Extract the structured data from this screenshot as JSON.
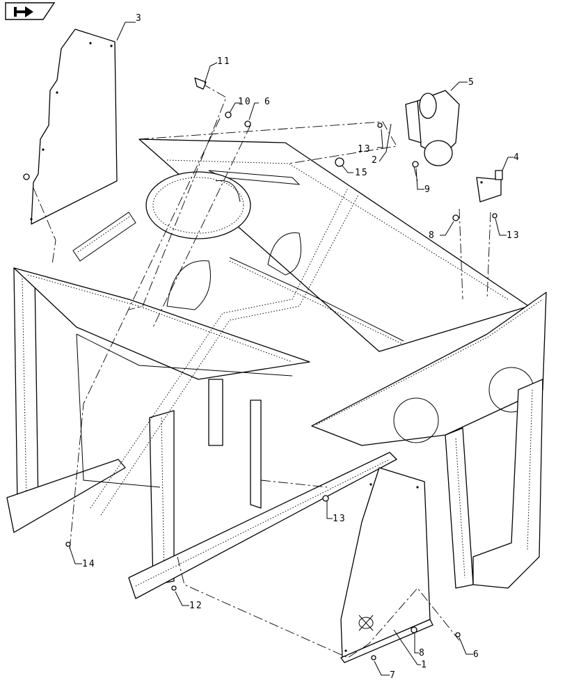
{
  "navigation": {
    "icon": "next-page-arrow-icon"
  },
  "callouts": {
    "c1": "1",
    "c2": "2",
    "c3": "3",
    "c4": "4",
    "c5": "5",
    "c6a": "6",
    "c6b": "6",
    "c7": "7",
    "c8a": "8",
    "c8b": "8",
    "c9": "9",
    "c10": "10",
    "c11": "11",
    "c12": "12",
    "c13a": "13",
    "c13b": "13",
    "c13c": "13",
    "c14": "14",
    "c15": "15"
  }
}
